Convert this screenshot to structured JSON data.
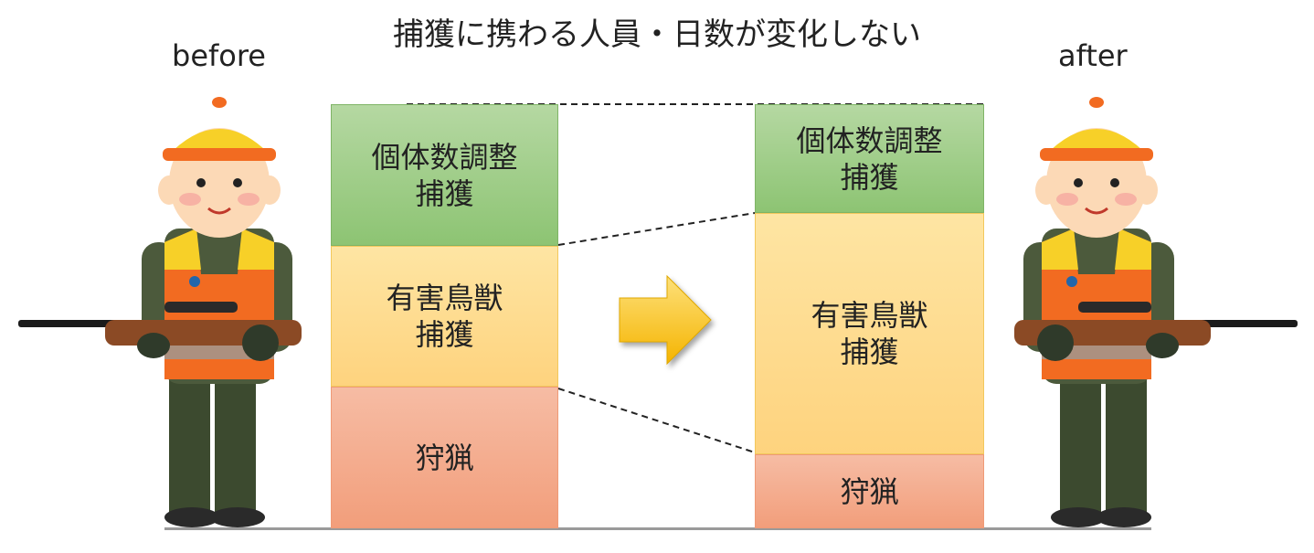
{
  "title": "捕獲に携わる人員・日数が変化しない",
  "before_label": "before",
  "after_label": "after",
  "before_stack": [
    {
      "line1": "個体数調整",
      "line2": "捕獲",
      "share": 0.333
    },
    {
      "line1": "有害鳥獣",
      "line2": "捕獲",
      "share": 0.333
    },
    {
      "line1": "狩猟",
      "line2": "",
      "share": 0.334
    }
  ],
  "after_stack": [
    {
      "line1": "個体数調整",
      "line2": "捕獲",
      "share": 0.256
    },
    {
      "line1": "有害鳥獣",
      "line2": "捕獲",
      "share": 0.57
    },
    {
      "line1": "狩猟",
      "line2": "",
      "share": 0.174
    }
  ],
  "colors": {
    "green_top": "#b3d6a0",
    "green_bottom": "#8cc371",
    "yellow_top": "#fee39e",
    "yellow_bottom": "#fed37d",
    "red_top": "#f5b9a0",
    "red_bottom": "#f29f7c",
    "arrow": "#fbc324",
    "ground": "#999999"
  },
  "icons": [
    "hunter-icon",
    "rifle-icon",
    "right-arrow-icon"
  ]
}
